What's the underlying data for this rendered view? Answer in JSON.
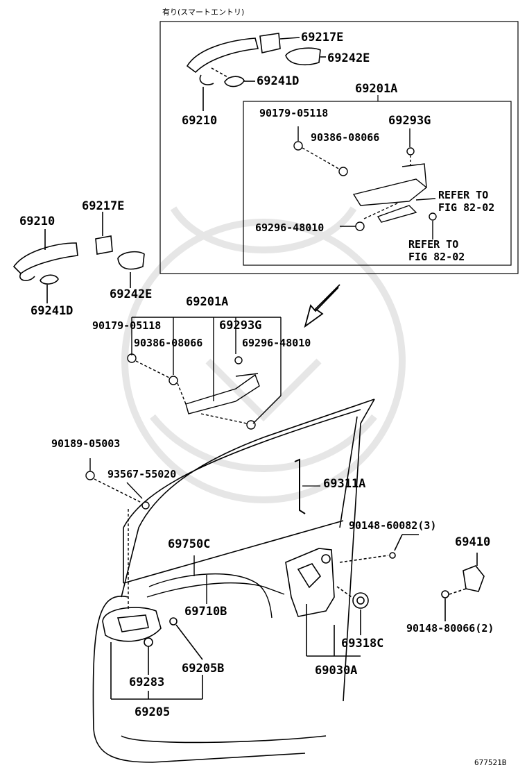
{
  "inset": {
    "header": "有り(スマートエントリ)",
    "handle": "69210",
    "cap": "69217E",
    "cover": "69242E",
    "pad": "69241D",
    "frame_assembly": "69201A",
    "sub": {
      "nut": "90179-05118",
      "clip": "90386-08066",
      "screw_top": "69293G",
      "screw_bottom": "69296-48010",
      "refer_1": "REFER TO",
      "refer_1b": "FIG 82-02",
      "refer_2": "REFER TO",
      "refer_2b": "FIG 82-02"
    }
  },
  "outer": {
    "handle": "69210",
    "cap": "69217E",
    "pad": "69241D",
    "cover": "69242E"
  },
  "frame": {
    "assembly": "69201A",
    "nut": "90179-05118",
    "clip": "90386-08066",
    "screw_top": "69293G",
    "screw_bottom": "69296-48010"
  },
  "door": {
    "bolt": "90189-05003",
    "screw": "93567-55020",
    "rod": "69311A",
    "lock_screw": "90148-60082(3)",
    "striker": "69410",
    "striker_screw": "90148-80066(2)",
    "cable": "69750C",
    "cable2": "69710B",
    "grommet": "69318C",
    "lock_assembly": "69030A",
    "inner_handle": "69205",
    "bezel_screw": "69205B",
    "inner_cap": "69283"
  },
  "figure_id": "677521B"
}
